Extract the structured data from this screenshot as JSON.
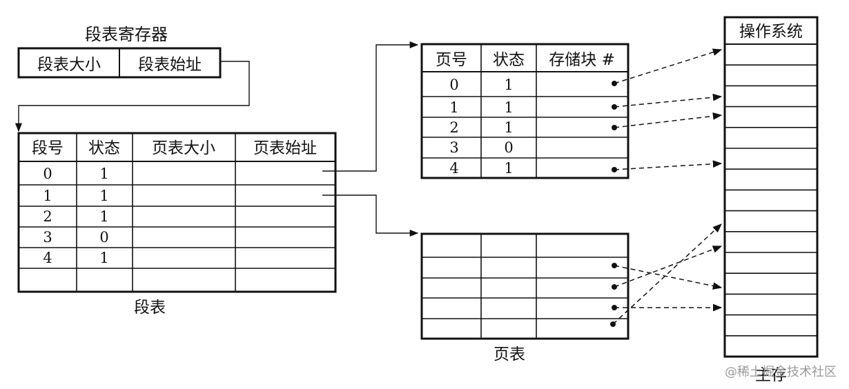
{
  "segment_register": {
    "title": "段表寄存器",
    "fields": [
      "段表大小",
      "段表始址"
    ]
  },
  "segment_table": {
    "caption": "段表",
    "headers": [
      "段号",
      "状态",
      "页表大小",
      "页表始址"
    ],
    "rows": [
      [
        "0",
        "1",
        "",
        ""
      ],
      [
        "1",
        "1",
        "",
        ""
      ],
      [
        "2",
        "1",
        "",
        ""
      ],
      [
        "3",
        "0",
        "",
        ""
      ],
      [
        "4",
        "1",
        "",
        ""
      ],
      [
        "",
        "",
        "",
        ""
      ]
    ]
  },
  "page_table_top": {
    "headers": [
      "页号",
      "状态",
      "存储块 #"
    ],
    "rows": [
      [
        "0",
        "1",
        ""
      ],
      [
        "1",
        "1",
        ""
      ],
      [
        "2",
        "1",
        ""
      ],
      [
        "3",
        "0",
        ""
      ],
      [
        "4",
        "1",
        ""
      ]
    ]
  },
  "page_table_bottom": {
    "caption": "页表",
    "rows": 5
  },
  "main_memory": {
    "header": "操作系统",
    "caption": "主存"
  },
  "watermark": "@稀土掘金技术社区"
}
